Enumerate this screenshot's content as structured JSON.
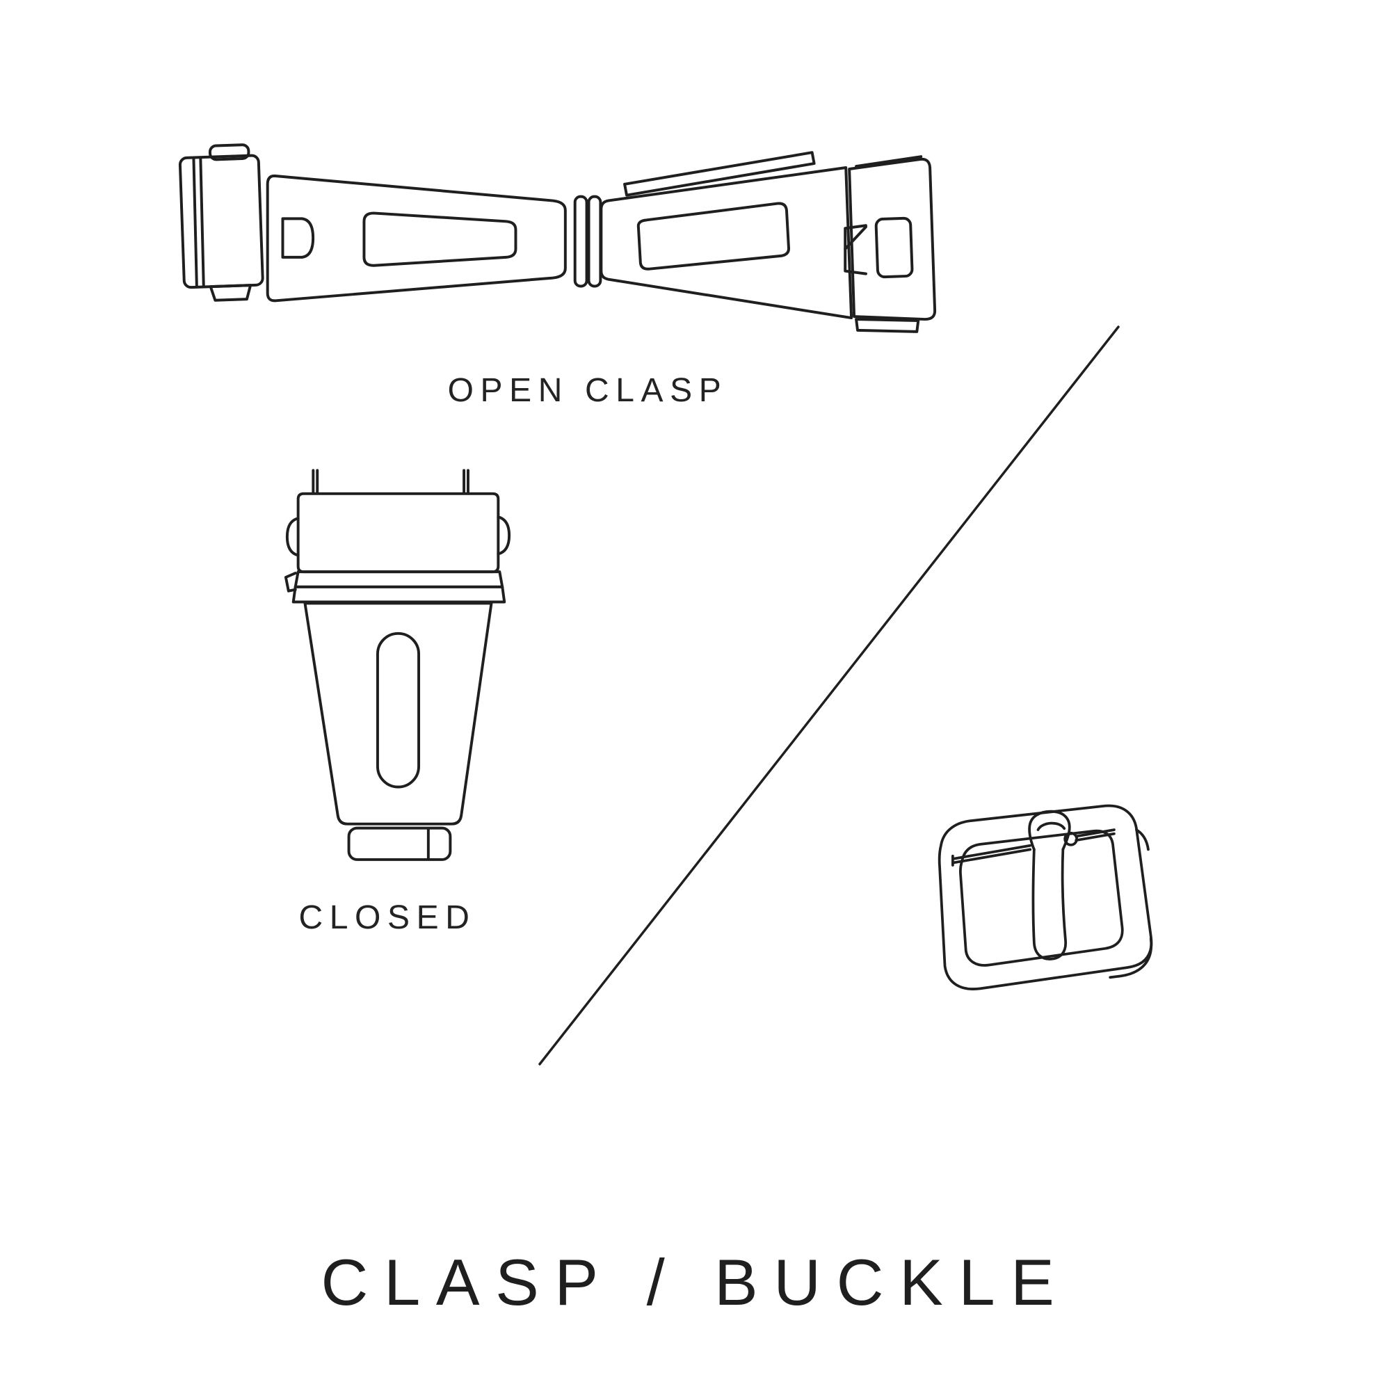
{
  "colors": {
    "background": "#ffffff",
    "ink": "#1f1f1f",
    "text": "#232323"
  },
  "figures": {
    "open_clasp": {
      "label": "OPEN CLASP",
      "icon": "open-clasp-illustration"
    },
    "closed_clasp": {
      "label": "CLOSED",
      "icon": "closed-clasp-illustration"
    },
    "buckle": {
      "icon": "tang-buckle-illustration"
    },
    "divider": {
      "icon": "diagonal-divider-line"
    }
  },
  "title": "CLASP / BUCKLE"
}
